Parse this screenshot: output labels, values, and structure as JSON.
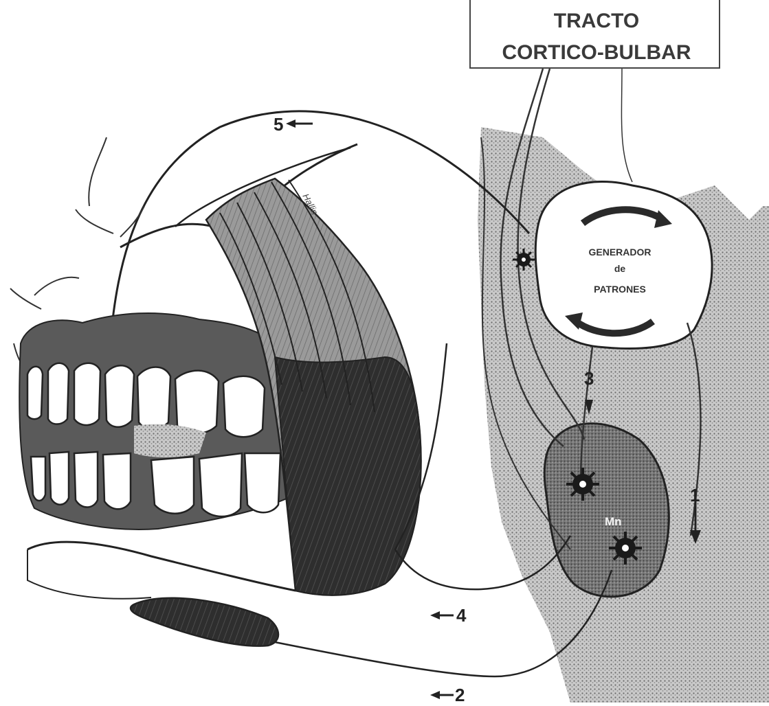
{
  "header": {
    "line1": "TRACTO",
    "line2": "CORTICO-BULBAR"
  },
  "generator": {
    "line1": "GENERADOR",
    "line2": "de",
    "line3": "PATRONES"
  },
  "labels": {
    "path1": "1",
    "path2": "2",
    "path3": "3",
    "path4": "4",
    "path5": "5",
    "motor_nucleus": "Mn"
  },
  "signature": "Hallin",
  "colors": {
    "ink": "#222222",
    "stipple": "#8c8c8c",
    "gums": "#5a5a5a",
    "muscle_dark": "#2e2e2e",
    "nucleus": "#6e6e6e"
  },
  "icons": {
    "neurons": "starburst-neuron-icon",
    "generator_arrows": "circular-arrow-icon"
  }
}
